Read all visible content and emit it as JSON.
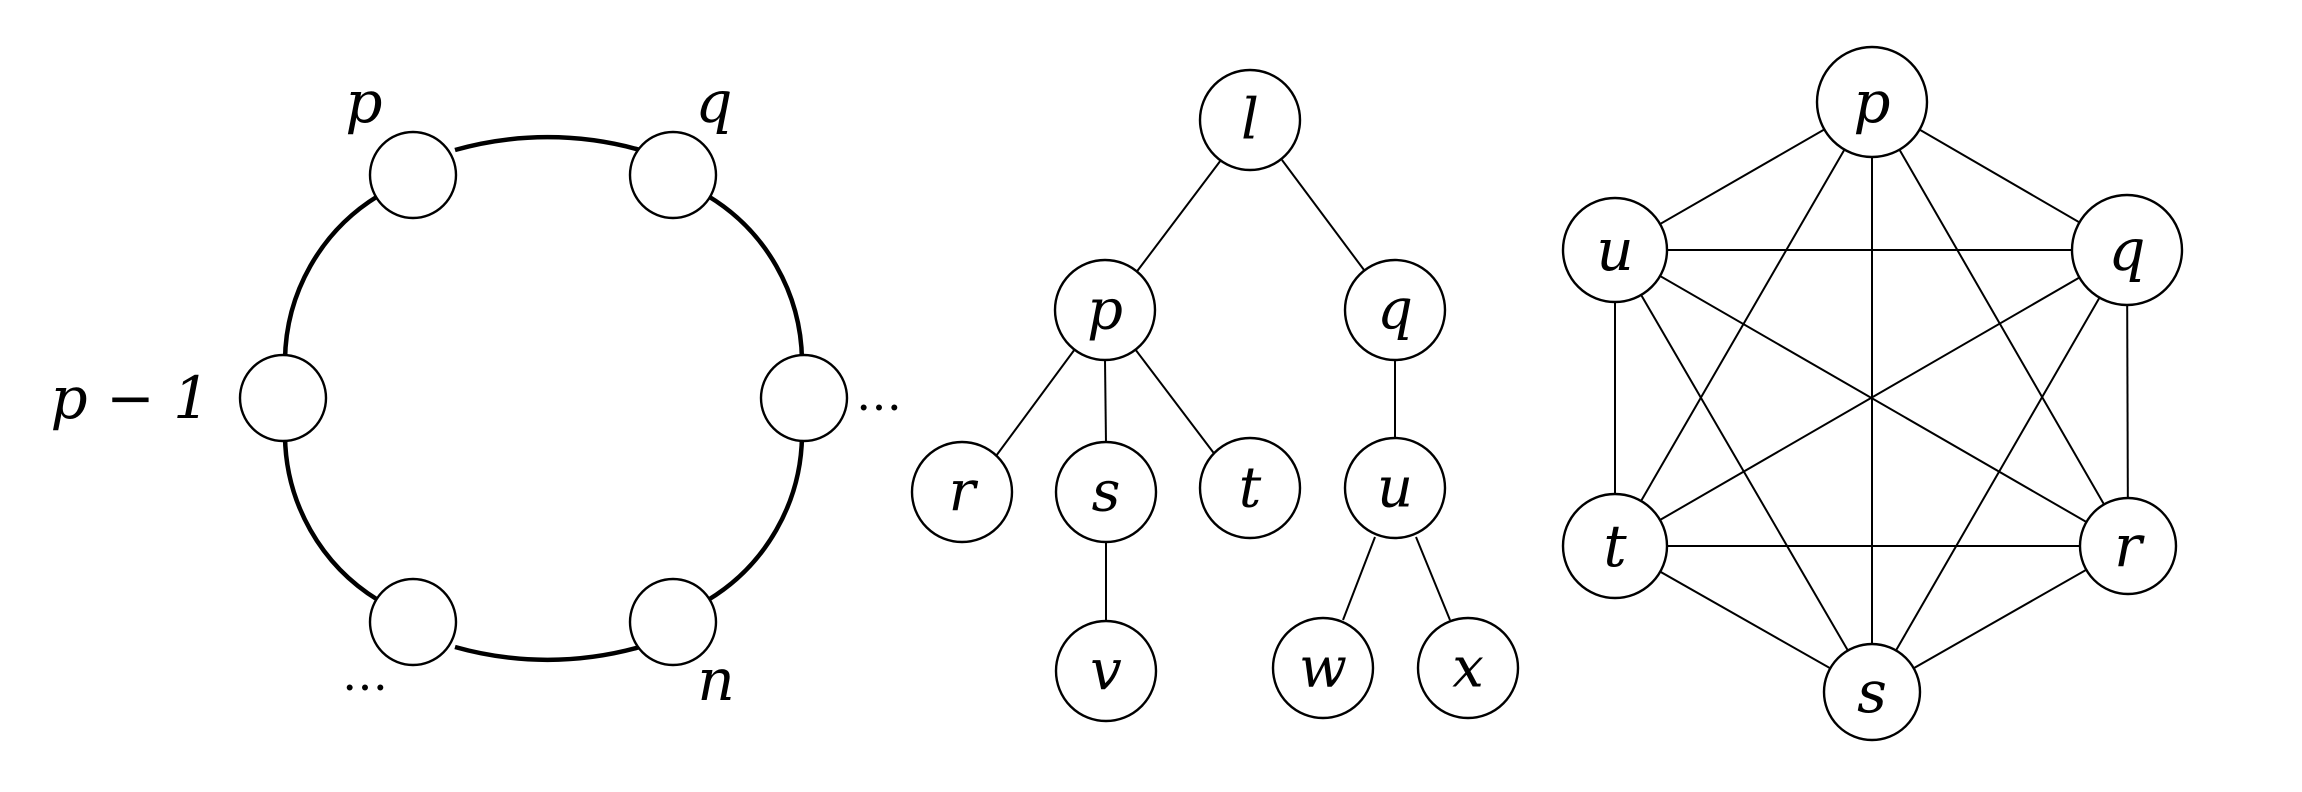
{
  "cycle": {
    "labels": {
      "top_left": "p",
      "top_right": "q",
      "left": "p − 1",
      "right": "…",
      "bottom_left": "…",
      "bottom_right": "n"
    }
  },
  "tree": {
    "nodes": {
      "root": "l",
      "p": "p",
      "q": "q",
      "r": "r",
      "s": "s",
      "t": "t",
      "u": "u",
      "v": "v",
      "w": "w",
      "x": "x"
    }
  },
  "complete": {
    "nodes": {
      "p": "p",
      "q": "q",
      "r": "r",
      "s": "s",
      "t": "t",
      "u": "u"
    }
  }
}
